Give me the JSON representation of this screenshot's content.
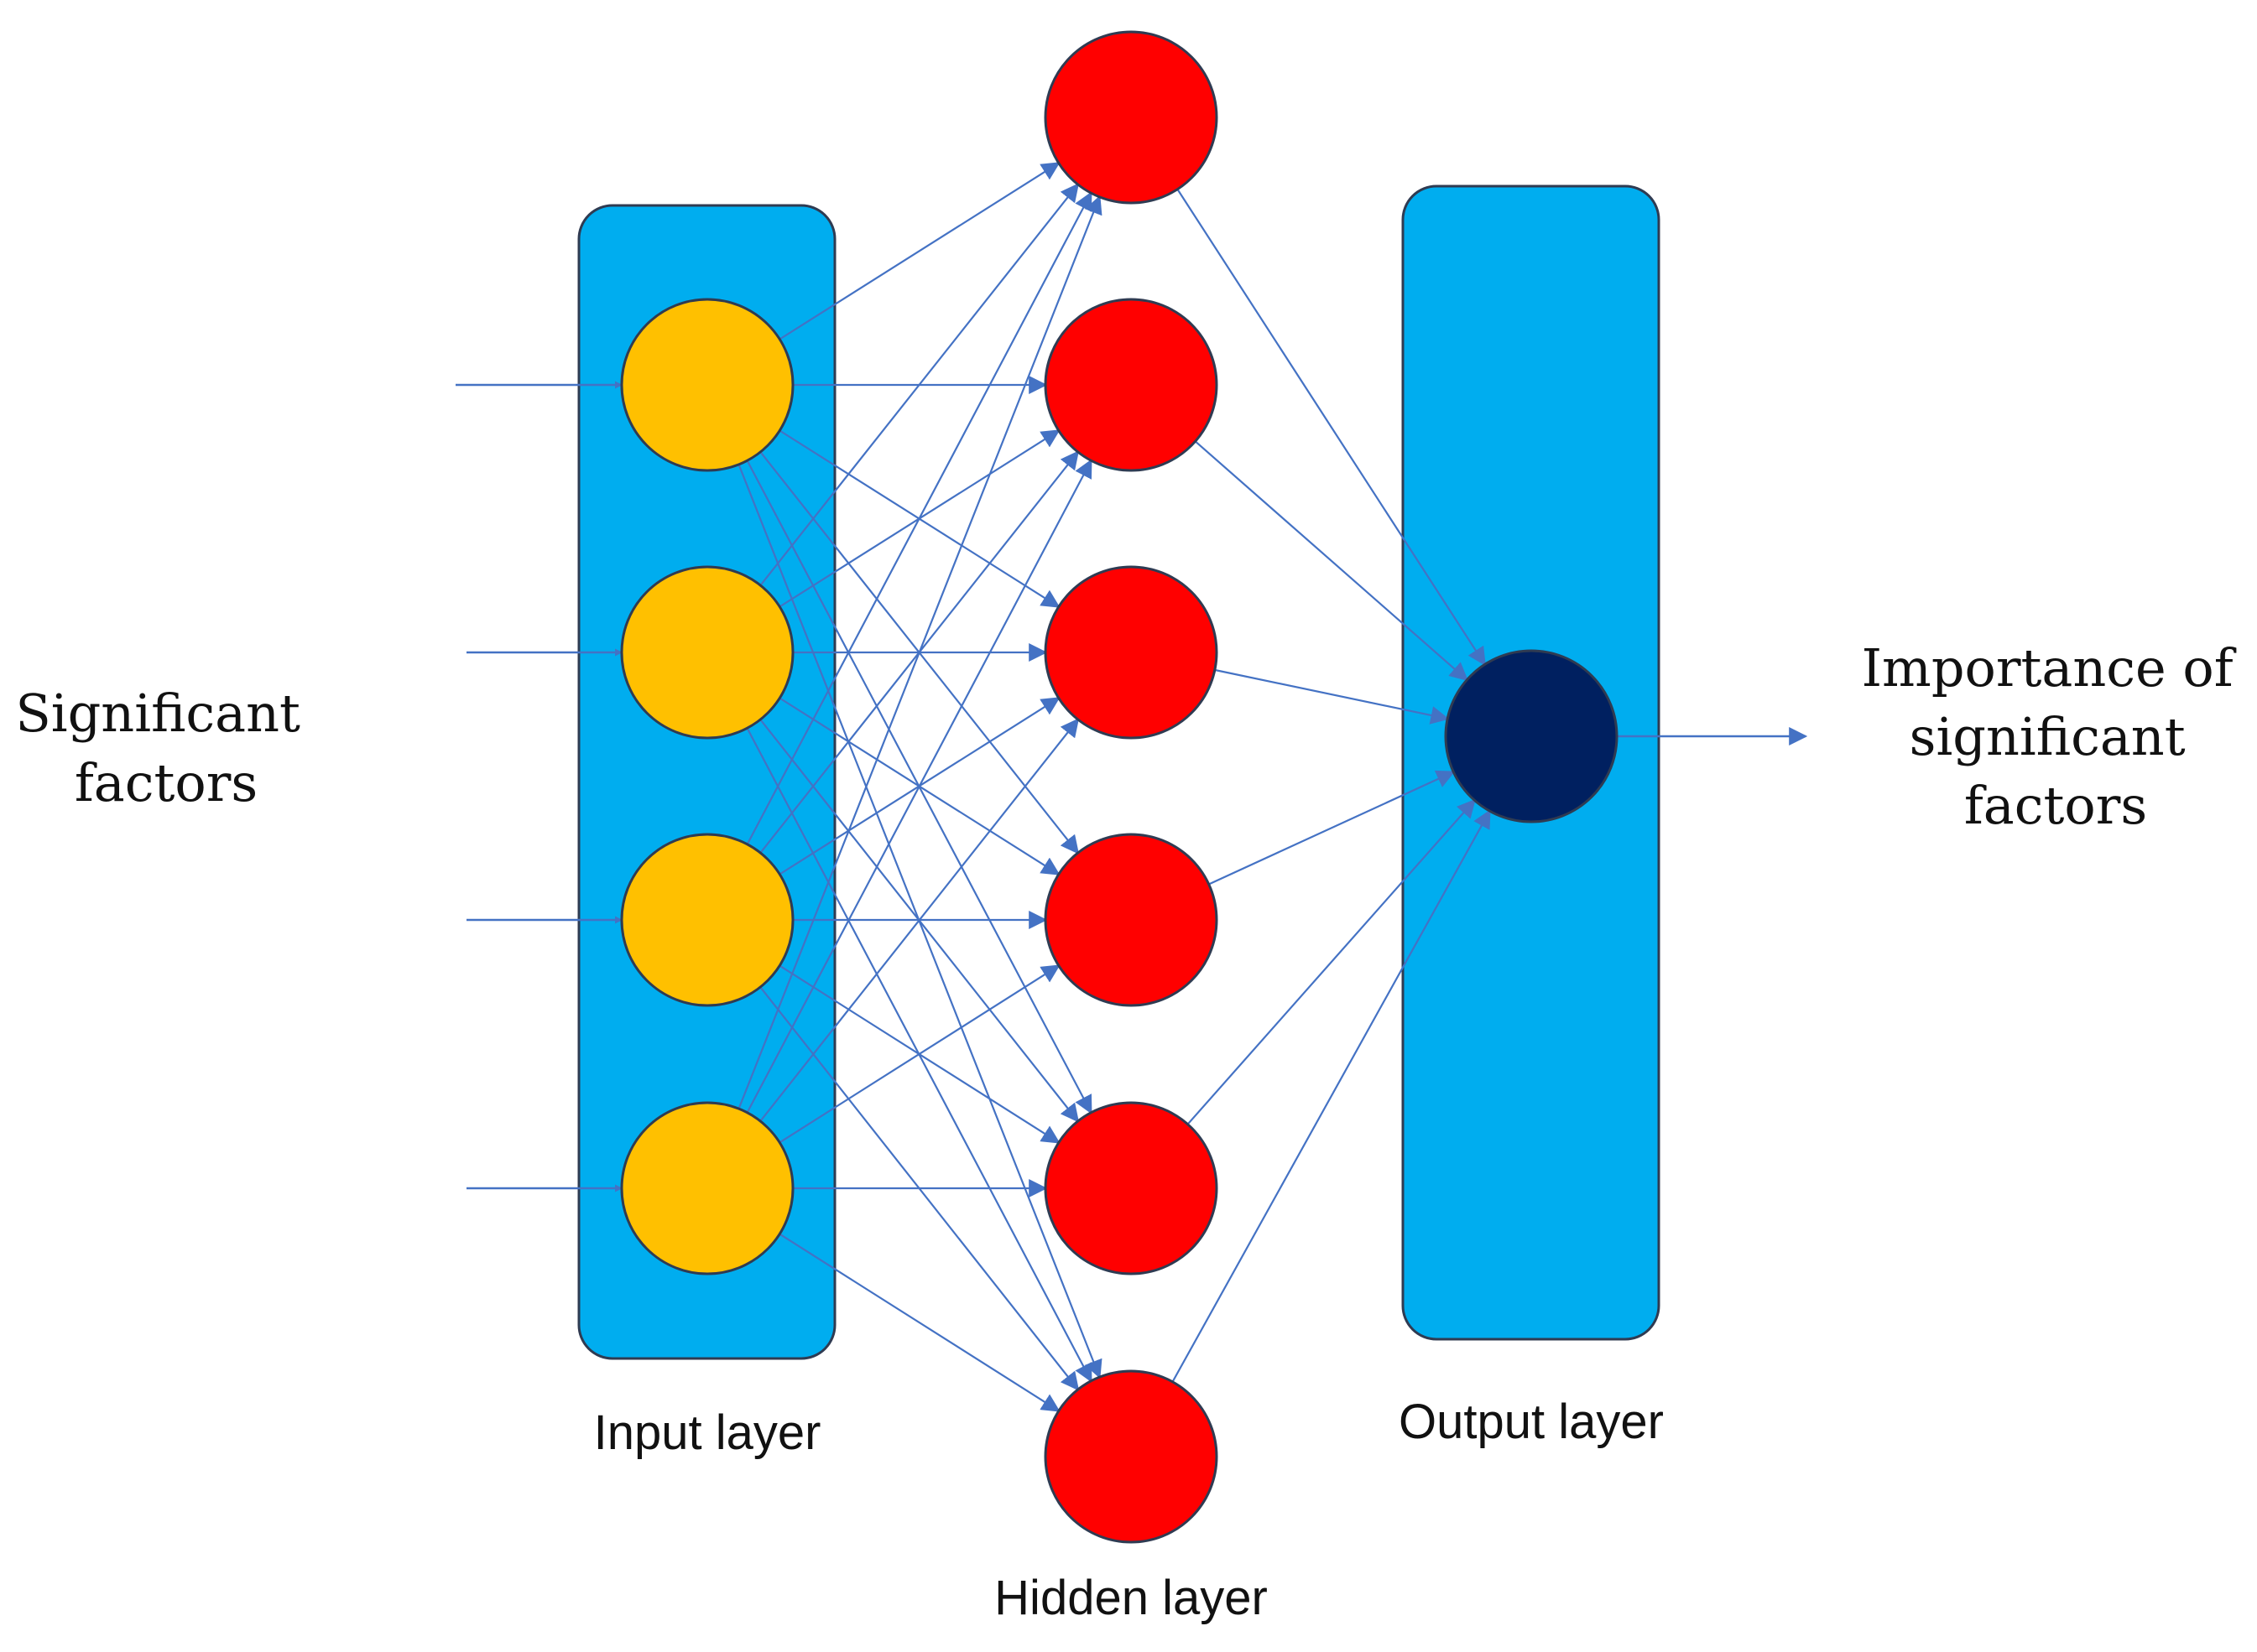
{
  "labels": {
    "inputs_side": [
      "Significant",
      "factors"
    ],
    "output_side": [
      "Importance of",
      "significant",
      "factors"
    ],
    "input_layer": "Input layer",
    "hidden_layer": "Hidden layer",
    "output_layer": "Output layer"
  },
  "network": {
    "input_nodes": 4,
    "hidden_nodes": 6,
    "output_nodes": 1
  },
  "colors": {
    "layer_box": "#00ADEF",
    "input_node": "#FFC000",
    "hidden_node": "#FF0000",
    "output_node": "#002060",
    "connection": "#4472C4",
    "node_stroke": "#2F3B52"
  }
}
